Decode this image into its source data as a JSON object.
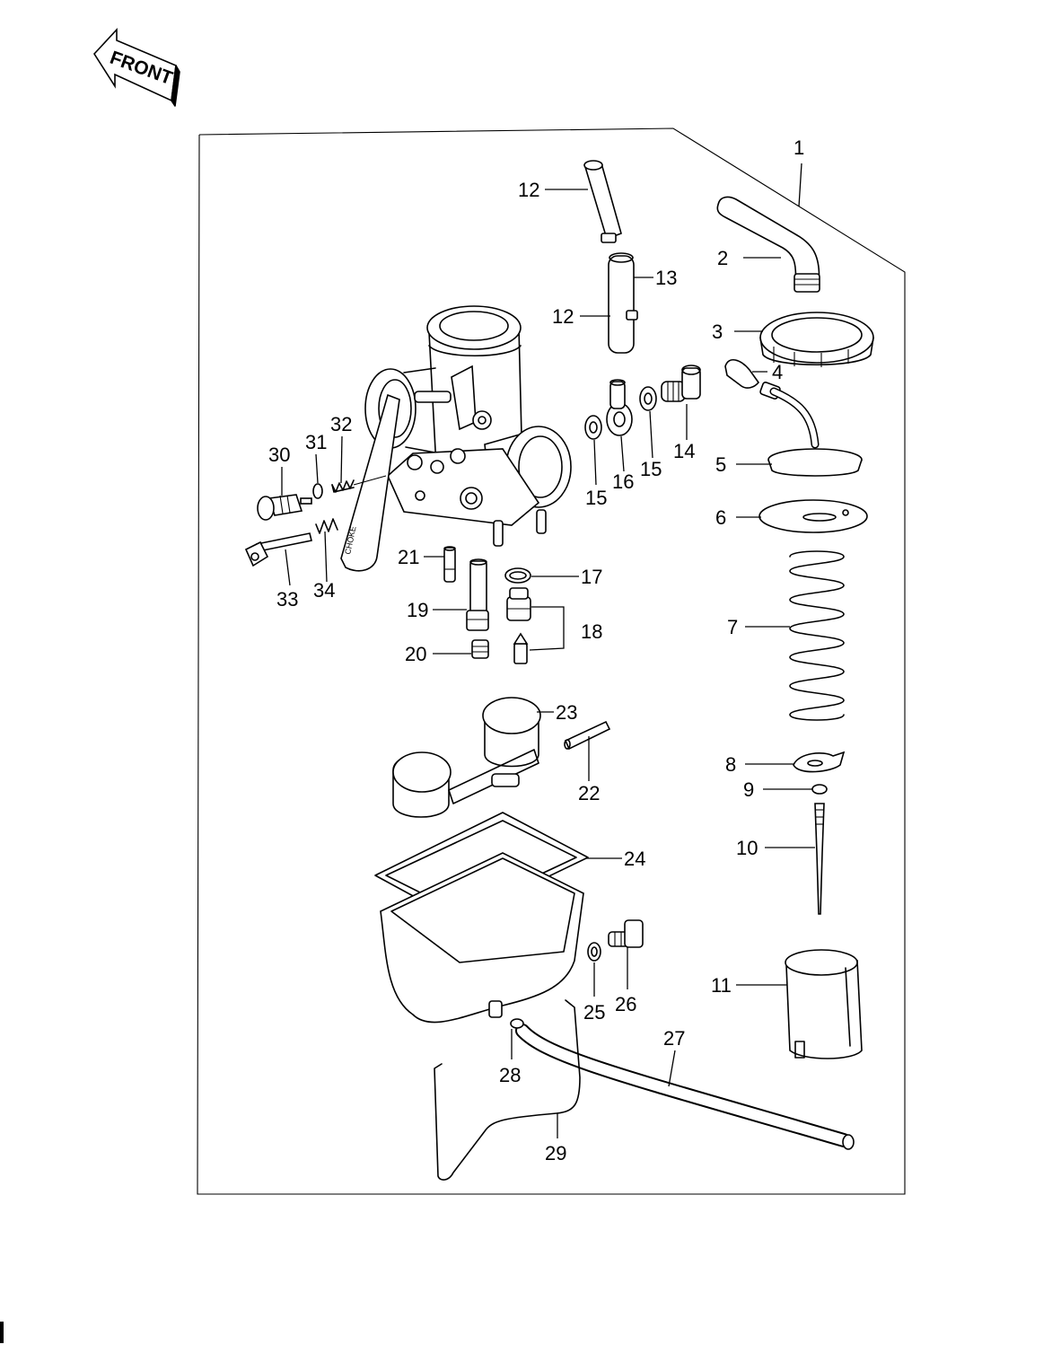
{
  "front_arrow": {
    "text": "FRONT"
  },
  "choke_lever": {
    "text": "CHOKE"
  },
  "callouts": [
    {
      "id": "c1",
      "text": "1"
    },
    {
      "id": "c2",
      "text": "2"
    },
    {
      "id": "c3",
      "text": "3"
    },
    {
      "id": "c4",
      "text": "4"
    },
    {
      "id": "c5",
      "text": "5"
    },
    {
      "id": "c6",
      "text": "6"
    },
    {
      "id": "c7",
      "text": "7"
    },
    {
      "id": "c8",
      "text": "8"
    },
    {
      "id": "c9",
      "text": "9"
    },
    {
      "id": "c10",
      "text": "10"
    },
    {
      "id": "c11",
      "text": "11"
    },
    {
      "id": "c12a",
      "text": "12"
    },
    {
      "id": "c12b",
      "text": "12"
    },
    {
      "id": "c13",
      "text": "13"
    },
    {
      "id": "c14",
      "text": "14"
    },
    {
      "id": "c15a",
      "text": "15"
    },
    {
      "id": "c15b",
      "text": "15"
    },
    {
      "id": "c16",
      "text": "16"
    },
    {
      "id": "c17",
      "text": "17"
    },
    {
      "id": "c18",
      "text": "18"
    },
    {
      "id": "c19",
      "text": "19"
    },
    {
      "id": "c20",
      "text": "20"
    },
    {
      "id": "c21",
      "text": "21"
    },
    {
      "id": "c22",
      "text": "22"
    },
    {
      "id": "c23",
      "text": "23"
    },
    {
      "id": "c24",
      "text": "24"
    },
    {
      "id": "c25",
      "text": "25"
    },
    {
      "id": "c26",
      "text": "26"
    },
    {
      "id": "c27",
      "text": "27"
    },
    {
      "id": "c28",
      "text": "28"
    },
    {
      "id": "c29",
      "text": "29"
    },
    {
      "id": "c30",
      "text": "30"
    },
    {
      "id": "c31",
      "text": "31"
    },
    {
      "id": "c32",
      "text": "32"
    },
    {
      "id": "c33",
      "text": "33"
    },
    {
      "id": "c34",
      "text": "34"
    }
  ]
}
